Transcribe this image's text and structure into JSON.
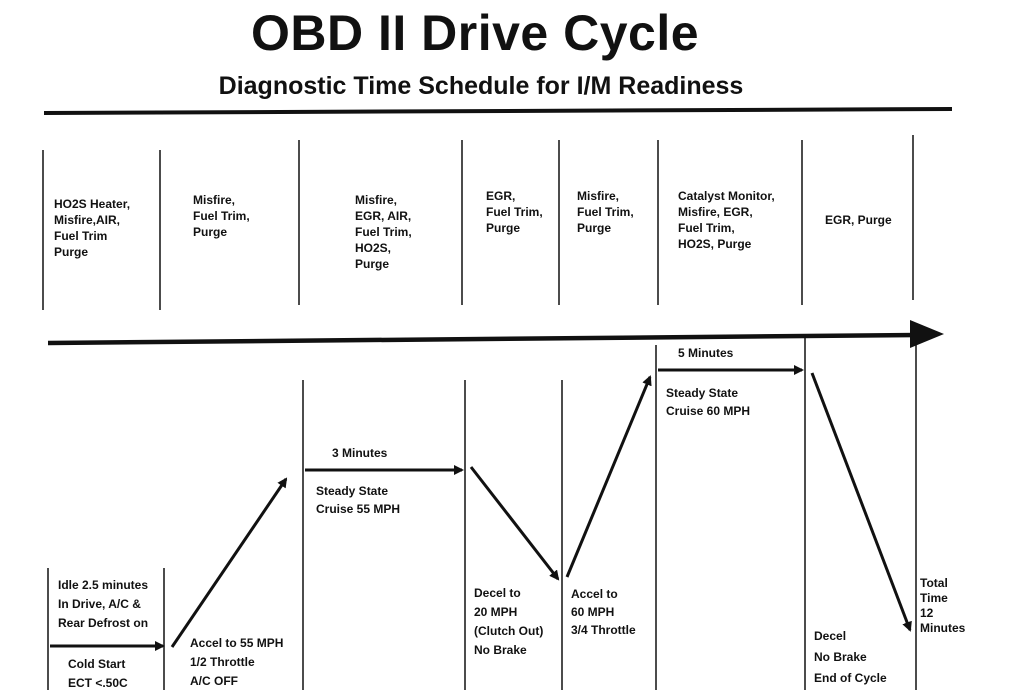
{
  "header": {
    "title": "OBD II Drive Cycle",
    "subtitle": "Diagnostic Time Schedule for I/M Readiness"
  },
  "monitors": [
    "HO2S Heater,\nMisfire,AIR,\nFuel Trim\nPurge",
    "Misfire,\nFuel Trim,\nPurge",
    "Misfire,\nEGR, AIR,\nFuel Trim,\nHO2S,\nPurge",
    "EGR,\nFuel Trim,\nPurge",
    "Misfire,\nFuel Trim,\nPurge",
    "Catalyst Monitor,\nMisfire, EGR,\nFuel Trim,\nHO2S, Purge",
    "EGR, Purge"
  ],
  "steps": {
    "idle": "Idle 2.5 minutes\nIn Drive, A/C &\nRear Defrost on",
    "cold_start": "Cold Start\nECT <.50C",
    "accel55": "Accel to 55 MPH\n1/2 Throttle\nA/C OFF",
    "time3": "3 Minutes",
    "cruise55": "Steady State\nCruise 55 MPH",
    "decel20": "Decel to\n20 MPH\n(Clutch Out)\nNo Brake",
    "accel60": "Accel to\n60 MPH\n3/4 Throttle",
    "time5": "5 Minutes",
    "cruise60": "Steady State\nCruise 60 MPH",
    "decel_end": "Decel\nNo Brake\nEnd of Cycle",
    "total": "Total\nTime\n12\nMinutes"
  }
}
